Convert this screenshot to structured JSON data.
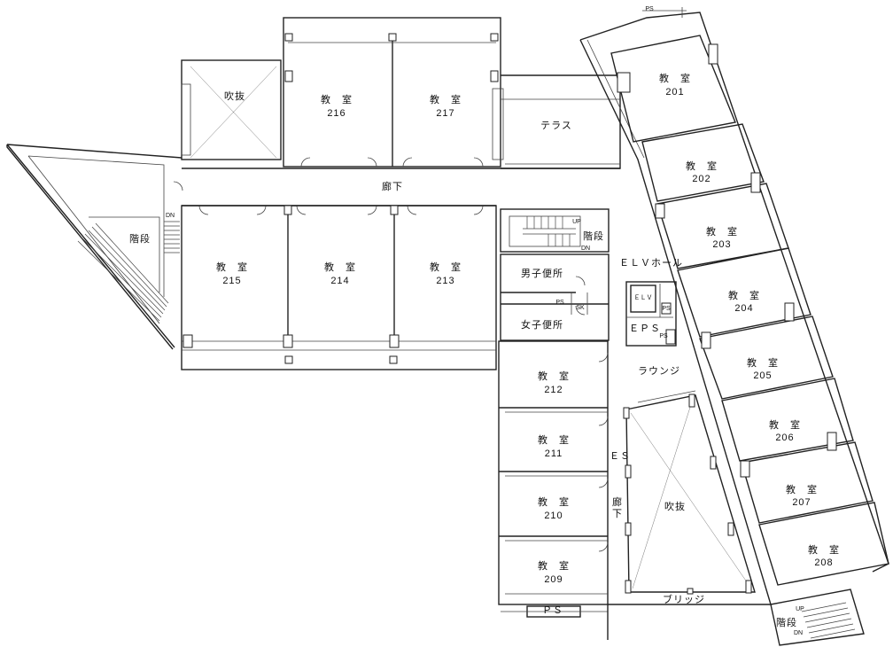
{
  "rooms": [
    {
      "label": "教　室",
      "number": "216"
    },
    {
      "label": "教　室",
      "number": "217"
    },
    {
      "label": "教　室",
      "number": "215"
    },
    {
      "label": "教　室",
      "number": "214"
    },
    {
      "label": "教　室",
      "number": "213"
    },
    {
      "label": "教　室",
      "number": "212"
    },
    {
      "label": "教　室",
      "number": "211"
    },
    {
      "label": "教　室",
      "number": "210"
    },
    {
      "label": "教　室",
      "number": "209"
    },
    {
      "label": "教　室",
      "number": "201"
    },
    {
      "label": "教　室",
      "number": "202"
    },
    {
      "label": "教　室",
      "number": "203"
    },
    {
      "label": "教　室",
      "number": "204"
    },
    {
      "label": "教　室",
      "number": "205"
    },
    {
      "label": "教　室",
      "number": "206"
    },
    {
      "label": "教　室",
      "number": "207"
    },
    {
      "label": "教　室",
      "number": "208"
    }
  ],
  "labels": {
    "atrium_top": "吹抜",
    "terrace": "テラス",
    "corridor_main": "廊下",
    "stairs_left": "階段",
    "stairs_center": "階段",
    "stairs_br": "階段",
    "men_wc": "男子便所",
    "women_wc": "女子便所",
    "ps_wc": "PS",
    "sk": "SK",
    "elv_hall": "ＥＬＶホール",
    "elv": "ＥＬＶ",
    "eps": "ＥＰＳ",
    "ps_eps": "PS",
    "ps_elv": "PS",
    "lounge": "ラウンジ",
    "es": "ＥＳ",
    "corridor_v1": "廊",
    "corridor_v2": "下",
    "atrium_center": "吹抜",
    "bridge": "ブリッジ",
    "ps_bottom": "ＰＳ",
    "ps_top": "PS",
    "dn_left": "DN",
    "up_center": "UP",
    "dn_center": "DN",
    "up_br": "UP",
    "dn_br": "DN"
  }
}
